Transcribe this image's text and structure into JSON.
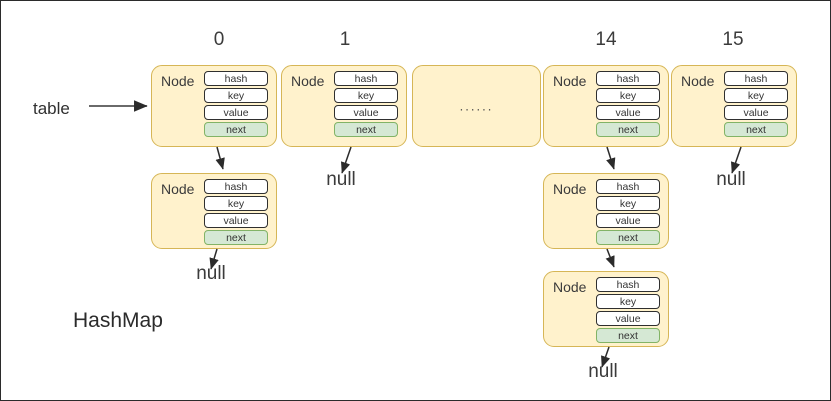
{
  "diagram": {
    "title": "HashMap",
    "table_label": "table",
    "node_label": "Node",
    "null_label": "null",
    "ellipsis": "......",
    "colors": {
      "bucket_fill": "#fff2cc",
      "bucket_border": "#d6b656",
      "field_fill": "#ffffff",
      "field_border": "#2f2f2f",
      "next_fill": "#d5e8d4",
      "next_border": "#82b366",
      "text": "#3b3b3b",
      "arrow": "#2b2b2b"
    },
    "fields": [
      "hash",
      "key",
      "value",
      "next"
    ],
    "columns": [
      {
        "index": "0",
        "chain_depth": 2
      },
      {
        "index": "1",
        "chain_depth": 1
      },
      {
        "index": "14",
        "chain_depth": 3
      },
      {
        "index": "15",
        "chain_depth": 1
      }
    ]
  }
}
